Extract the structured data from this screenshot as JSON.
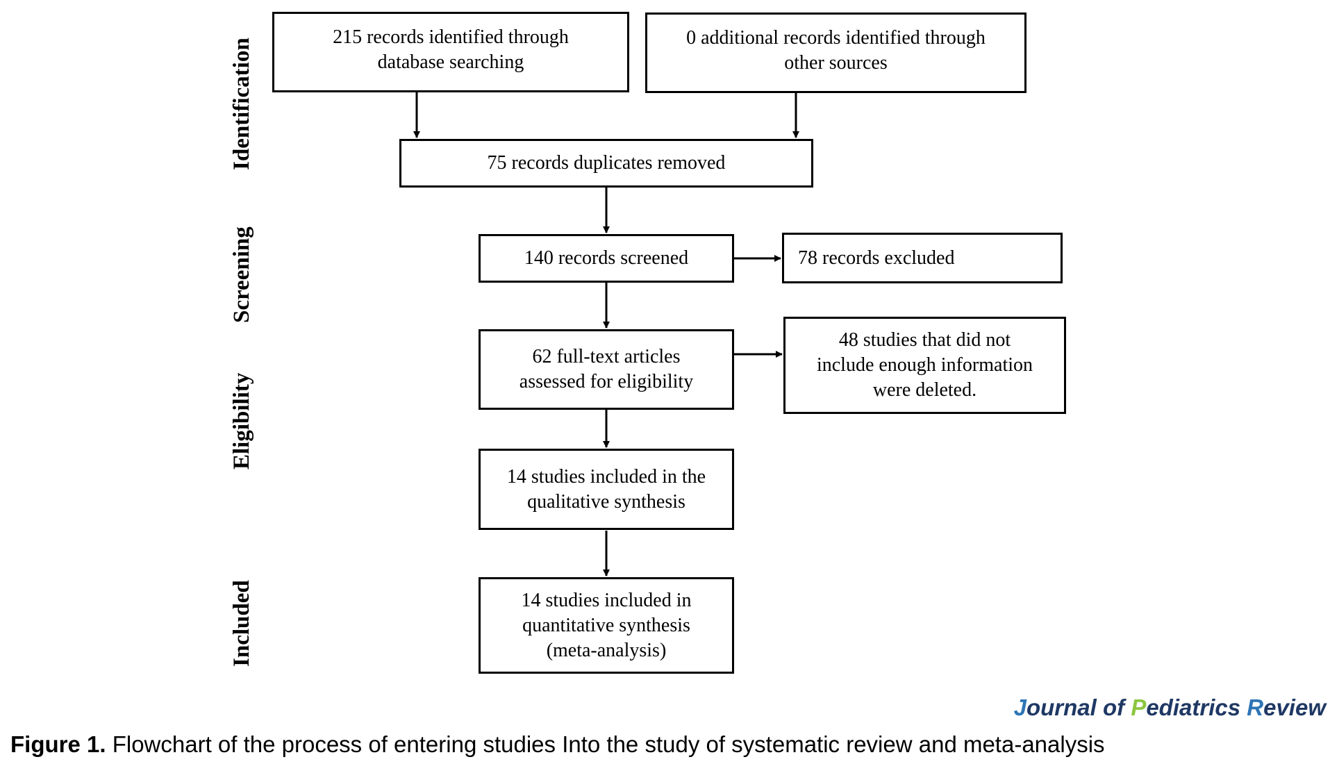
{
  "stages": {
    "identification": "Identification",
    "screening": "Screening",
    "eligibility": "Eligibility",
    "included": "Included"
  },
  "boxes": {
    "database_records": [
      "215 records identified through",
      "database searching"
    ],
    "other_sources": [
      "0 additional records identified through",
      "other sources"
    ],
    "duplicates_removed": [
      "75 records duplicates removed"
    ],
    "records_screened": [
      "140 records screened"
    ],
    "records_excluded": [
      "78 records excluded"
    ],
    "fulltext_assessed": [
      "62 full-text articles",
      "assessed for eligibility"
    ],
    "studies_deleted": [
      "48 studies that did not",
      "include enough information",
      "were deleted."
    ],
    "qualitative": [
      "14 studies included in the",
      "qualitative synthesis"
    ],
    "quantitative": [
      "14 studies included in",
      "quantitative synthesis",
      "(meta-analysis)"
    ]
  },
  "journal": {
    "j": "J",
    "ournal": "ournal of ",
    "p": "P",
    "ediatrics": "ediatrics ",
    "r": "R",
    "eview": "eview"
  },
  "caption": {
    "label": "Figure 1.",
    "text": " Flowchart of the process of entering studies Into the study of systematic review and meta-analysis"
  },
  "colors": {
    "journal_text": "#1f3864",
    "journal_initial_blue": "#2e75b6",
    "journal_initial_green": "#8cc63f"
  }
}
